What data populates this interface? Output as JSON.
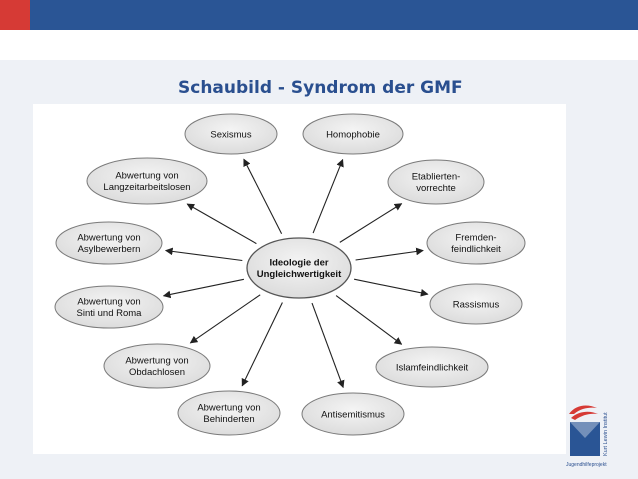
{
  "slide": {
    "title": "Schaubild - Syndrom der GMF"
  },
  "diagram": {
    "center": [
      "Ideologie der",
      "Ungleichwertigkeit"
    ],
    "nodes": [
      {
        "id": "sexismus",
        "lines": [
          "Sexismus"
        ]
      },
      {
        "id": "homophobie",
        "lines": [
          "Homophobie"
        ]
      },
      {
        "id": "etablierten",
        "lines": [
          "Etablierten-",
          "vorrechte"
        ]
      },
      {
        "id": "fremdenfeindlichkeit",
        "lines": [
          "Fremden-",
          "feindlichkeit"
        ]
      },
      {
        "id": "rassismus",
        "lines": [
          "Rassismus"
        ]
      },
      {
        "id": "islamfeindlichkeit",
        "lines": [
          "Islamfeindlichkeit"
        ]
      },
      {
        "id": "antisemitismus",
        "lines": [
          "Antisemitismus"
        ]
      },
      {
        "id": "behinderten",
        "lines": [
          "Abwertung von",
          "Behinderten"
        ]
      },
      {
        "id": "obdachlosen",
        "lines": [
          "Abwertung von",
          "Obdachlosen"
        ]
      },
      {
        "id": "sinti-roma",
        "lines": [
          "Abwertung von",
          "Sinti und Roma"
        ]
      },
      {
        "id": "asylbewerbern",
        "lines": [
          "Abwertung von",
          "Asylbewerbern"
        ]
      },
      {
        "id": "langzeitarbeitslosen",
        "lines": [
          "Abwertung von",
          "Langzeitarbeitslosen"
        ]
      }
    ]
  },
  "logo": {
    "side_text": "Kurt Lewin Institut",
    "caption": "Jugendhilfeprojekt"
  },
  "colors": {
    "topbar": "#2a5595",
    "accent_red": "#d63a35",
    "title": "#2a4f8f",
    "ellipse_fill": "#e6e6e6",
    "ellipse_stroke": "#7a7a7a"
  }
}
